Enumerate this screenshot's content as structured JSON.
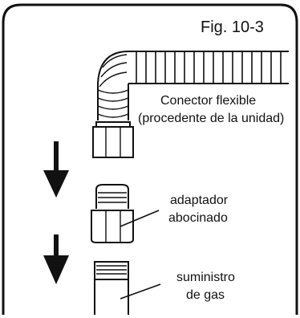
{
  "figure_label": "Fig. 10-3",
  "labels": {
    "connector_line1": "Conector flexible",
    "connector_line2": "(procedente de la unidad)",
    "adapter_line1": "adaptador",
    "adapter_line2": "abocinado",
    "supply_line1": "suministro",
    "supply_line2": "de gas"
  },
  "colors": {
    "ink": "#111111",
    "background": "#ffffff"
  }
}
